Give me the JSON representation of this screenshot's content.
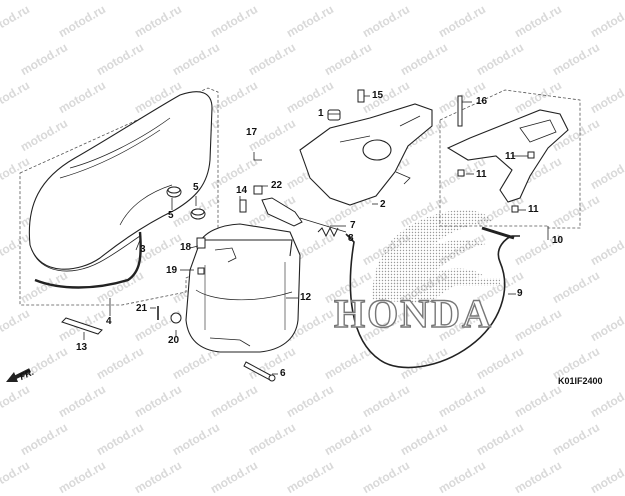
{
  "watermark": "motod.ru",
  "brand": "HONDA",
  "diagram_code": "K01IF2400",
  "front_marker": "FR.",
  "callouts": {
    "c1": "1",
    "c2": "2",
    "c3": "3",
    "c4": "4",
    "c5a": "5",
    "c5b": "5",
    "c6": "6",
    "c7": "7",
    "c8": "8",
    "c9": "9",
    "c10": "10",
    "c11a": "11",
    "c11b": "11",
    "c11c": "11",
    "c12": "12",
    "c13": "13",
    "c14": "14",
    "c15": "15",
    "c16": "16",
    "c17": "17",
    "c18": "18",
    "c19": "19",
    "c20": "20",
    "c21": "21",
    "c22": "22"
  }
}
